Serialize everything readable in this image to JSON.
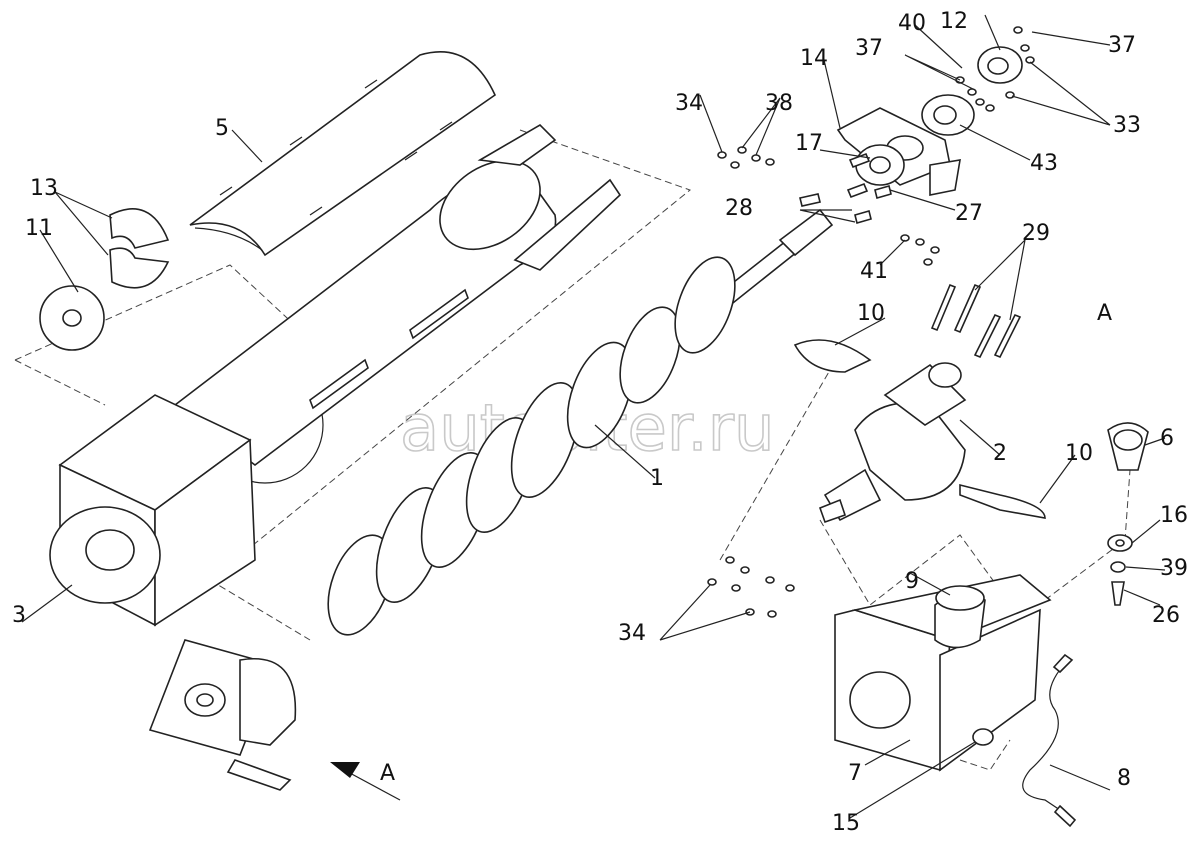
{
  "watermark": "autopiter.ru",
  "view_label": "A",
  "labels": {
    "l1": "1",
    "l2": "2",
    "l3": "3",
    "l5": "5",
    "l6": "6",
    "l7": "7",
    "l8": "8",
    "l9": "9",
    "l10a": "10",
    "l10b": "10",
    "l11": "11",
    "l12": "12",
    "l13": "13",
    "l14": "14",
    "l15": "15",
    "l16": "16",
    "l17": "17",
    "l26": "26",
    "l27": "27",
    "l28": "28",
    "l29": "29",
    "l33": "33",
    "l34a": "34",
    "l34b": "34",
    "l37a": "37",
    "l37b": "37",
    "l38": "38",
    "l39": "39",
    "l40": "40",
    "l41": "41",
    "l43": "43"
  }
}
